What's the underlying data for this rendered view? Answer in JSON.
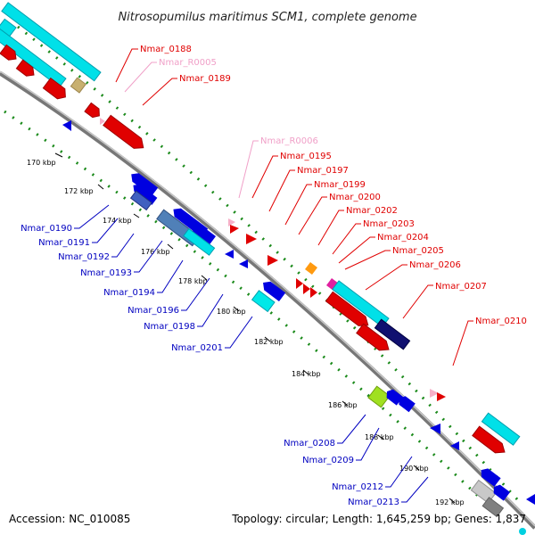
{
  "title": "Nitrosopumilus maritimus SCM1, complete genome",
  "footer": {
    "accession": "Accession: NC_010085",
    "summary": "Topology: circular; Length: 1,645,259 bp; Genes: 1,837"
  },
  "colors": {
    "forward_label": "#e00000",
    "rna_label": "#f0a0c8",
    "reverse_label": "#0000c0",
    "backbone": "#888888",
    "dots": "#1a8a1a"
  },
  "ticks": [
    "170 kbp",
    "172 kbp",
    "174 kbp",
    "176 kbp",
    "178 kbp",
    "180 kbp",
    "182 kbp",
    "184 kbp",
    "186 kbp",
    "188 kbp",
    "190 kbp",
    "192 kbp"
  ],
  "forward_labels": [
    "Nmar_0188",
    "Nmar_R0005",
    "Nmar_0189",
    "Nmar_R0006",
    "Nmar_0195",
    "Nmar_0197",
    "Nmar_0199",
    "Nmar_0200",
    "Nmar_0202",
    "Nmar_0203",
    "Nmar_0204",
    "Nmar_0205",
    "Nmar_0206",
    "Nmar_0207",
    "Nmar_0210"
  ],
  "reverse_labels": [
    "Nmar_0190",
    "Nmar_0191",
    "Nmar_0192",
    "Nmar_0193",
    "Nmar_0194",
    "Nmar_0196",
    "Nmar_0198",
    "Nmar_0201",
    "Nmar_0208",
    "Nmar_0209",
    "Nmar_0212",
    "Nmar_0213"
  ]
}
